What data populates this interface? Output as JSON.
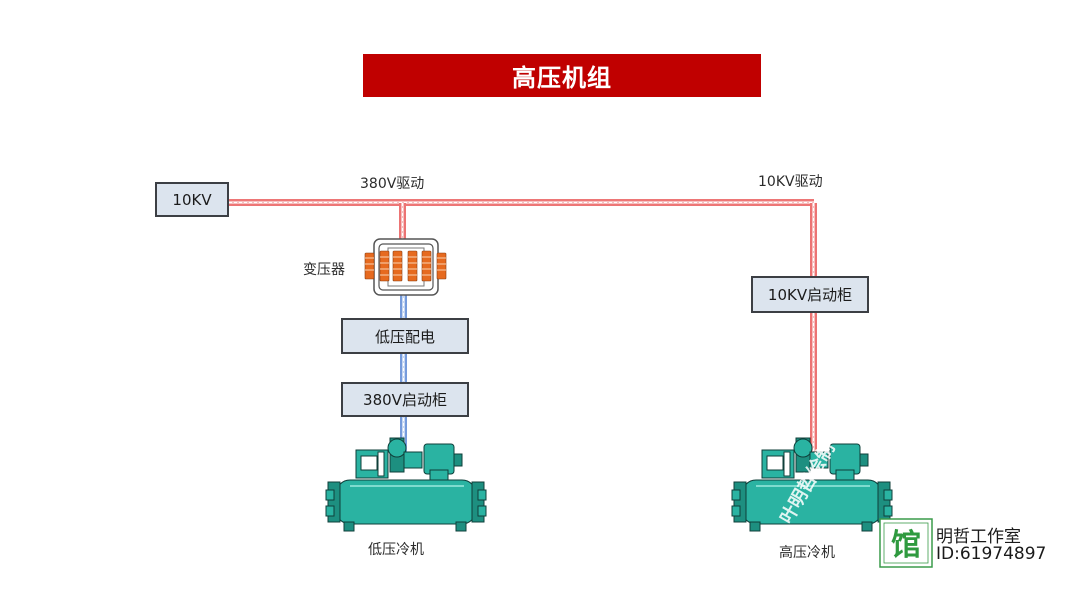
{
  "title": "高压机组",
  "source": {
    "label": "10KV"
  },
  "lines": {
    "left_drive_label": "380V驱动",
    "right_drive_label": "10KV驱动"
  },
  "transformer": {
    "label": "变压器"
  },
  "low_voltage_distribution": {
    "label": "低压配电"
  },
  "low_starter": {
    "label": "380V启动柜"
  },
  "high_starter": {
    "label": "10KV启动柜"
  },
  "chillers": {
    "low_label": "低压冷机",
    "high_label": "高压冷机"
  },
  "watermark": {
    "overlay_text": "叶明哲绘制",
    "logo_char": "馆",
    "studio_name": "明哲工作室",
    "studio_id": "ID:61974897"
  },
  "colors": {
    "title_bg": "#c00000",
    "box_fill": "#dce4ee",
    "hv_line": "#e84a4a",
    "lv_line": "#4a7bd0",
    "chiller": "#2ab3a2"
  }
}
